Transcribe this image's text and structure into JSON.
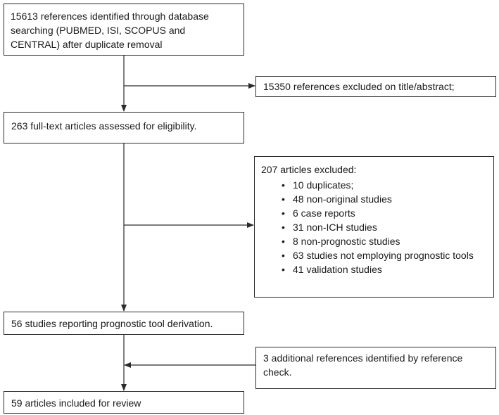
{
  "flowchart": {
    "identified": "15613 references identified through database searching (PUBMED, ISI, SCOPUS and CENTRAL) after duplicate removal",
    "excluded_title_abstract": "15350 references excluded on title/abstract;",
    "full_text_assessed": "263 full-text articles assessed for eligibility.",
    "excluded_articles": {
      "heading": "207 articles excluded:",
      "bullet_glyph": "•",
      "reasons": [
        "10 duplicates;",
        "48 non-original studies",
        "6 case reports",
        "31 non-ICH studies",
        "8 non-prognostic studies",
        "63 studies not employing prognostic tools",
        "41 validation studies"
      ]
    },
    "prognostic_derivation": "56 studies reporting prognostic tool derivation.",
    "additional_references": "3 additional references identified by reference check.",
    "included": "59 articles included for review"
  },
  "colors": {
    "line": "#2b2b2b",
    "text": "#1a1a1a",
    "background": "#ffffff"
  }
}
